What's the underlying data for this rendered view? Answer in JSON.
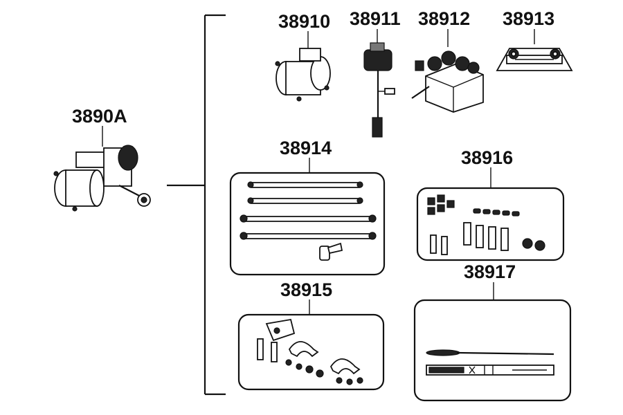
{
  "diagram": {
    "assembly": {
      "part_number": "3890A",
      "icon": "winch-assembly-icon"
    },
    "components": [
      {
        "part_number": "38910",
        "icon": "winch-motor-drum-icon"
      },
      {
        "part_number": "38911",
        "icon": "remote-control-switch-icon"
      },
      {
        "part_number": "38912",
        "icon": "contactor-solenoid-icon"
      },
      {
        "part_number": "38913",
        "icon": "roller-fairlead-icon"
      },
      {
        "part_number": "38914",
        "icon": "cable-kit-icon"
      },
      {
        "part_number": "38915",
        "icon": "mounting-bracket-kit-icon"
      },
      {
        "part_number": "38916",
        "icon": "hardware-kit-icon"
      },
      {
        "part_number": "38917",
        "icon": "wire-rope-icon"
      }
    ]
  }
}
